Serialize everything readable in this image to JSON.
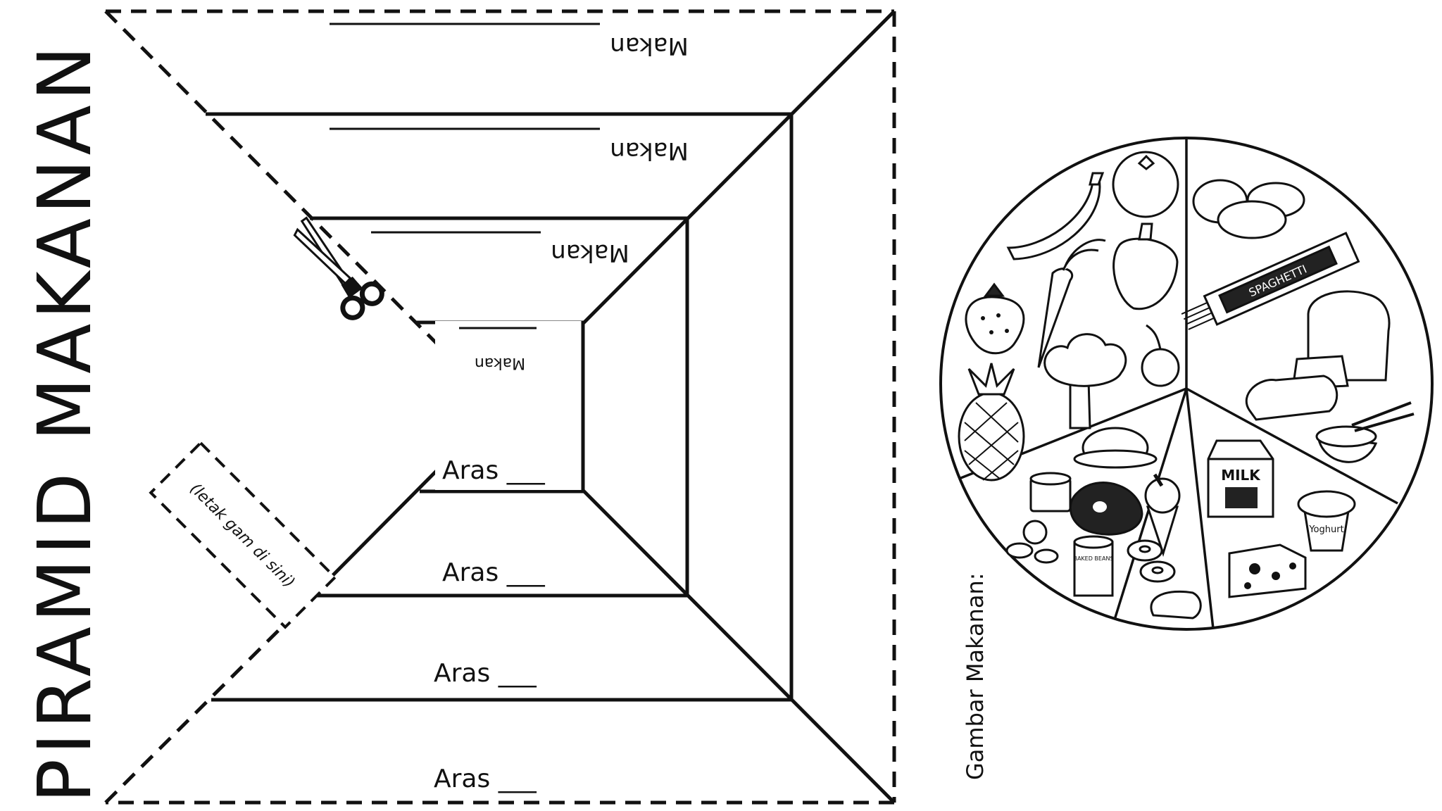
{
  "worksheet": {
    "title": "PIRAMID MAKANAN",
    "glue_note": "(letak gam di sini)",
    "food_pictures_label": "Gambar Makanan:"
  },
  "pyramid": {
    "food_labels": [
      "Makan",
      "Makan",
      "Makan",
      "Makan"
    ],
    "level_labels": [
      "Aras ___",
      "Aras ___",
      "Aras ___",
      "Aras ___"
    ]
  },
  "food_wheel": {
    "sections": [
      "fruits-and-vegetables",
      "grains",
      "proteins",
      "treats",
      "dairy"
    ],
    "package_labels": {
      "spaghetti": "SPAGHETTI",
      "milk": "MILK",
      "yoghurt": "Yoghurt",
      "baked_beans": "BAKED BEANS"
    }
  }
}
